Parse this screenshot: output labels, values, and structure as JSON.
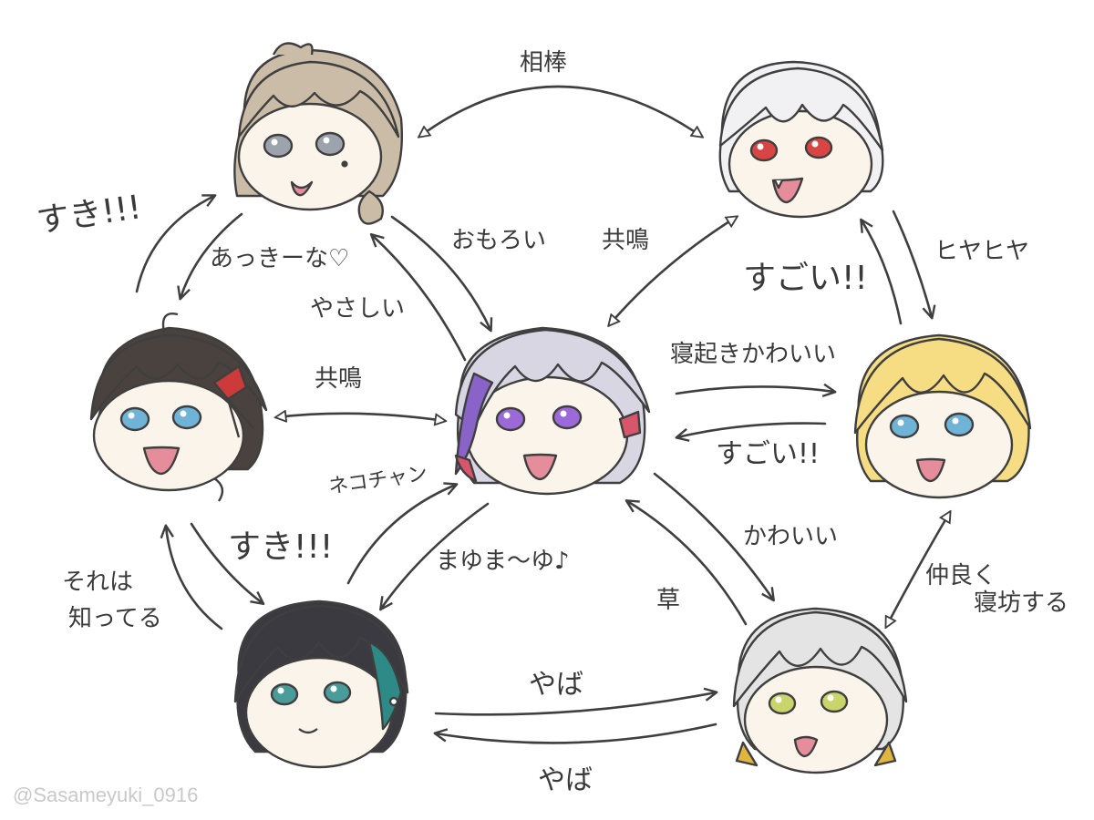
{
  "colors": {
    "line": "#3f3f3f",
    "skin": "#fbf4ea",
    "hair_light_brown": "#cbbca8",
    "hair_silver": "#f1f1f3",
    "hair_lavender": "#d9d6e3",
    "hair_accent_purple": "#8a63c9",
    "hair_accent_red": "#d8566b",
    "hair_dark_brown": "#4a423e",
    "hair_blonde": "#f6dd84",
    "hair_black": "#3a3a40",
    "hair_teal": "#2d8a86",
    "hair_white_gray": "#e4e4e4",
    "ribbon_red": "#cc3a3a",
    "eye_gray": "#9ca3ad",
    "eye_red": "#d94545",
    "eye_purple": "#9b6ad8",
    "eye_blue": "#6fb3d6",
    "eye_teal": "#4a9c9a",
    "eye_yellow_green": "#c9d46a",
    "earring_gold": "#e0b640",
    "mouth": "#e58d9a"
  },
  "characters": [
    {
      "id": "top-left",
      "hair": "light-brown",
      "expression": "tongue-out"
    },
    {
      "id": "top-right",
      "hair": "white",
      "expression": "fang-grin"
    },
    {
      "id": "mid-left",
      "hair": "dark-brown-red-ribbon",
      "expression": "open-smile"
    },
    {
      "id": "center",
      "hair": "lavender-purple-red-streaks",
      "expression": "open-smile"
    },
    {
      "id": "mid-right",
      "hair": "blonde",
      "expression": "open-smile"
    },
    {
      "id": "bottom-left",
      "hair": "black-teal-streak",
      "expression": "smile"
    },
    {
      "id": "bottom-right",
      "hair": "white-gray",
      "expression": "open-mouth"
    }
  ],
  "labels": {
    "aibou": "相棒",
    "suki_tl": "すき!!!",
    "akkina": "あっきーな♡",
    "omoroi": "おもろい",
    "yasashii": "やさしい",
    "kyomei_top": "共鳴",
    "hiyahiya": "ヒヤヒヤ",
    "sugoi_top": "すごい!!",
    "kyomei_left": "共鳴",
    "neoki": "寝起きかわいい",
    "sugoi_mid": "すごい!!",
    "nekochan": "ネコチャン",
    "suki_bl": "すき!!!",
    "sorewa": "それは",
    "shitteru": "知ってる",
    "mayuma": "まゆま〜ゆ♪",
    "kusa": "草",
    "kawaii": "かわいい",
    "nakayoku": "仲良く",
    "nebou": "寝坊する",
    "yaba_top": "やば",
    "yaba_bottom": "やば"
  },
  "watermark": "@Sasameyuki_0916"
}
